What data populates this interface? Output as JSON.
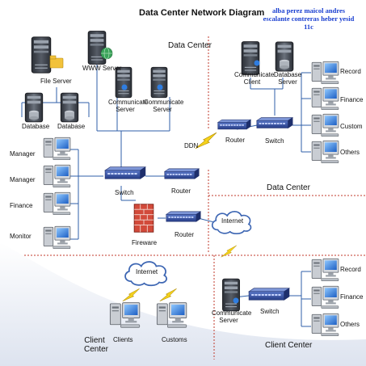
{
  "title": "Data Center Network Diagram",
  "watermark": [
    "alba perez maicol andres",
    "escalante contreras heber yesid",
    "11c"
  ],
  "zones": {
    "data_center_1": "Data Center",
    "data_center_2": "Data Center",
    "client_center_1": "Client Center",
    "client_center_2": "Client Center"
  },
  "nodes": {
    "file_server": "File Server",
    "www_server": "WWW Server",
    "database_1": "Database",
    "database_2": "Database",
    "communicate_server_1": "Communicate Server",
    "communicate_server_2": "Communicate Server",
    "manager_1": "Manager",
    "manager_2": "Manager",
    "finance_left": "Finance",
    "monitor": "Monitor",
    "switch_center": "Switch",
    "router_center": "Router",
    "fireware": "Fireware",
    "router_lower": "Router",
    "internet_right": "Internet",
    "ddn": "DDN",
    "router_right": "Router",
    "switch_right": "Switch",
    "communicate_client": "Communicate Client",
    "database_server": "Database Server",
    "record_top": "Record",
    "finance_top": "Finance",
    "custom_top": "Custom",
    "others_top": "Others",
    "internet_bottom": "Internet",
    "clients": "Clients",
    "customs": "Customs",
    "communicate_server_bottom": "Communicate Server",
    "switch_bottom": "Switch",
    "record_bottom": "Record",
    "finance_bottom": "Finance",
    "others_bottom": "Others"
  },
  "colors": {
    "link_line": "#2f5fa8",
    "zone_divider": "#c0392b",
    "watermark": "#1a3fd0",
    "lightning": "#f5d21b"
  }
}
